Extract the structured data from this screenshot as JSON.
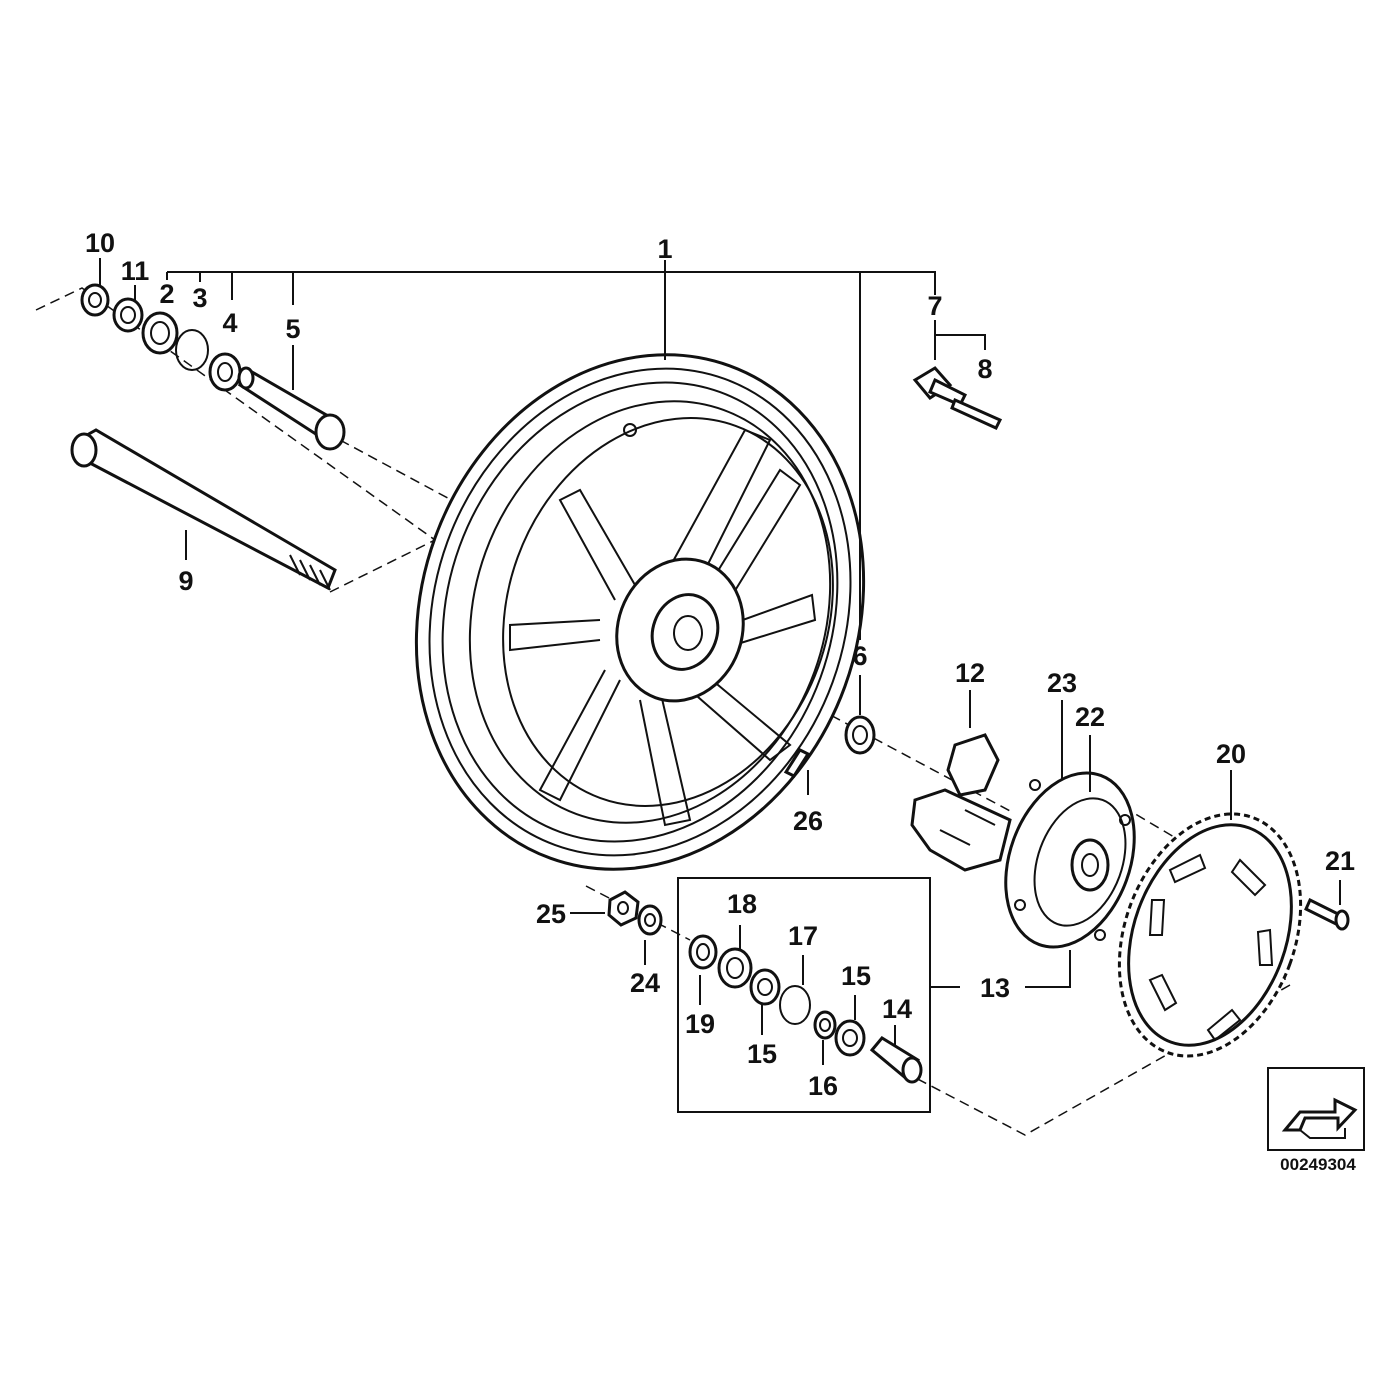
{
  "diagram": {
    "reference_code": "00249304",
    "parts": [
      {
        "key": "p1",
        "number": "1",
        "icon": "rim-icon"
      },
      {
        "key": "p2",
        "number": "2",
        "icon": "seal-ring-icon"
      },
      {
        "key": "p3",
        "number": "3",
        "icon": "circlip-icon"
      },
      {
        "key": "p4",
        "number": "4",
        "icon": "bearing-icon"
      },
      {
        "key": "p5",
        "number": "5",
        "icon": "spacer-sleeve-icon"
      },
      {
        "key": "p6",
        "number": "6",
        "icon": "bearing-icon"
      },
      {
        "key": "p7",
        "number": "7",
        "icon": "tire-valve-icon"
      },
      {
        "key": "p8",
        "number": "8",
        "icon": "valve-insert-icon"
      },
      {
        "key": "p9",
        "number": "9",
        "icon": "axle-icon"
      },
      {
        "key": "p10",
        "number": "10",
        "icon": "washer-icon"
      },
      {
        "key": "p11",
        "number": "11",
        "icon": "bushing-icon"
      },
      {
        "key": "p12",
        "number": "12",
        "icon": "damper-icon"
      },
      {
        "key": "p13",
        "number": "13",
        "icon": "drive-flange-icon"
      },
      {
        "key": "p14",
        "number": "14",
        "icon": "spacer-sleeve-icon"
      },
      {
        "key": "p15a",
        "number": "15",
        "icon": "bearing-icon"
      },
      {
        "key": "p15b",
        "number": "15",
        "icon": "bearing-icon"
      },
      {
        "key": "p16",
        "number": "16",
        "icon": "spacer-ring-icon"
      },
      {
        "key": "p17",
        "number": "17",
        "icon": "circlip-icon"
      },
      {
        "key": "p18",
        "number": "18",
        "icon": "seal-ring-icon"
      },
      {
        "key": "p19",
        "number": "19",
        "icon": "bushing-icon"
      },
      {
        "key": "p20",
        "number": "20",
        "icon": "sprocket-icon"
      },
      {
        "key": "p21",
        "number": "21",
        "icon": "bolt-icon"
      },
      {
        "key": "p22",
        "number": "22",
        "icon": "washer-icon"
      },
      {
        "key": "p23",
        "number": "23",
        "icon": "nut-icon"
      },
      {
        "key": "p24",
        "number": "24",
        "icon": "washer-icon"
      },
      {
        "key": "p25",
        "number": "25",
        "icon": "nut-icon"
      },
      {
        "key": "p26",
        "number": "26",
        "icon": "key-icon"
      }
    ]
  }
}
